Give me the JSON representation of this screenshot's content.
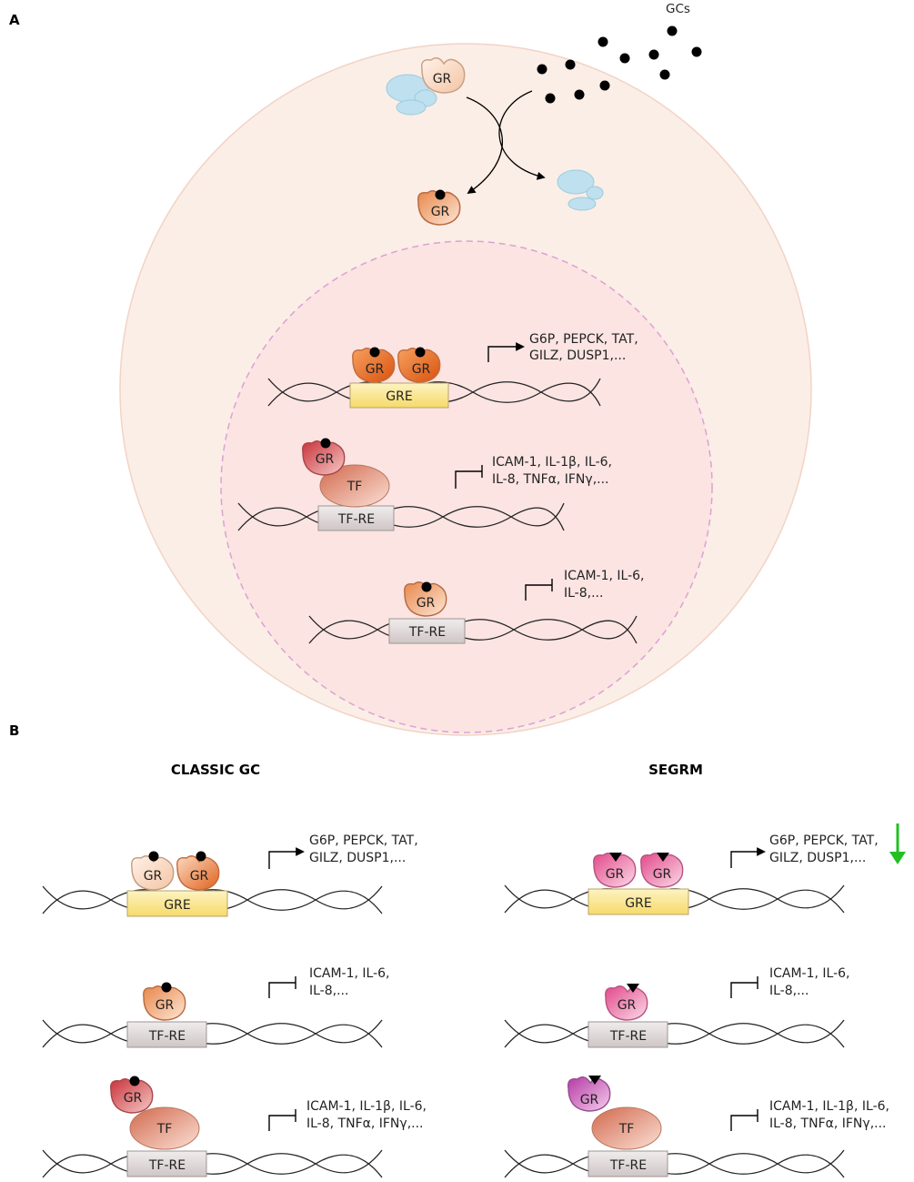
{
  "panel_a": {
    "letter": "A",
    "gcs_label": "GCs",
    "gr_label": "GR",
    "tf_label": "TF",
    "gre_label": "GRE",
    "tfre_label": "TF-RE",
    "activation_genes": [
      "G6P, PEPCK, TAT,",
      "GILZ, DUSP1,..."
    ],
    "tethering_genes": [
      "ICAM-1, IL-1β, IL-6,",
      "IL-8, TNFα, IFNγ,..."
    ],
    "direct_repression_genes": [
      "ICAM-1, IL-6,",
      "IL-8,..."
    ]
  },
  "panel_b": {
    "letter": "B",
    "classic_heading": "CLASSIC GC",
    "segrm_heading": "SEGRM",
    "gr_label": "GR",
    "tf_label": "TF",
    "gre_label": "GRE",
    "tfre_label": "TF-RE",
    "activation_genes": [
      "G6P, PEPCK, TAT,",
      "GILZ, DUSP1,..."
    ],
    "direct_repression_genes": [
      "ICAM-1, IL-6,",
      "IL-8,..."
    ],
    "tethering_genes": [
      "ICAM-1, IL-1β, IL-6,",
      "IL-8, TNFα, IFNγ,..."
    ]
  },
  "colors": {
    "cell": "#fbeee6",
    "nucleus": "#fbe4e2",
    "gre_box": "#fbeaa8",
    "tfre_box": "#e4dcdc",
    "down_arrow": "#22c022"
  }
}
